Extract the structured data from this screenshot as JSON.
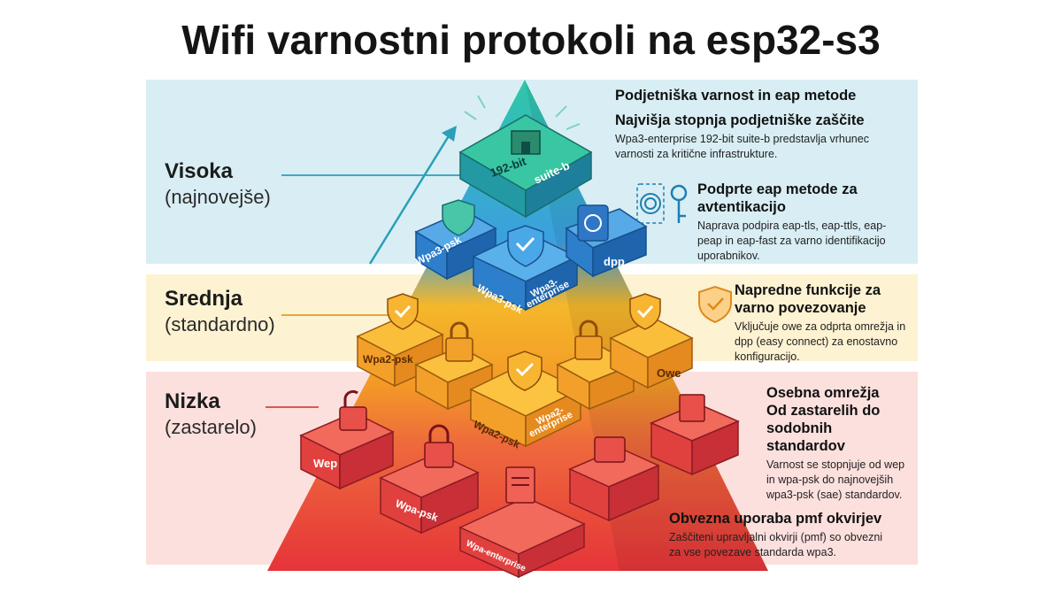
{
  "title": "Wifi varnostni protokoli na esp32-s3",
  "levels": [
    {
      "name": "Visoka",
      "sub": "(najnovejše)"
    },
    {
      "name": "Srednja",
      "sub": "(standardno)"
    },
    {
      "name": "Nizka",
      "sub": "(zastarelo)"
    }
  ],
  "colors": {
    "high": "#d8eef4",
    "mid": "#fdf2d2",
    "low": "#fbe0de"
  },
  "blocks": {
    "suite_192": "192-bit",
    "suite_b": "suite-b",
    "wpa3_psk": "Wpa3-psk",
    "wpa3_psk_2": "Wpa3-psk",
    "wpa3_ent_1": "Wpa3-",
    "wpa3_ent_2": "enterprise",
    "dpp": "dpp",
    "wpa2_psk": "Wpa2-psk",
    "wpa2_psk_2": "Wpa2-psk",
    "wpa2_ent_1": "Wpa2-",
    "wpa2_ent_2": "enterprise",
    "owe": "Owe",
    "wep": "Wep",
    "wpa_psk": "Wpa-psk",
    "wpa_ent": "Wpa-enterprise"
  },
  "right": {
    "ent_heading": "Podjetniška varnost in eap metode",
    "top_h": "Najvišja stopnja podjetniške zaščite",
    "top_b": [
      "Wpa3-enterprise 192-bit suite-b predstavlja vrhunec",
      "varnosti za kritične infrastrukture."
    ],
    "eap_h": [
      "Podprte eap metode za",
      "avtentikacijo"
    ],
    "eap_b": [
      "Naprava podpira eap-tls, eap-ttls, eap-",
      "peap in eap-fast za varno identifikacijo",
      "uporabnikov."
    ],
    "adv_h": [
      "Napredne funkcije za",
      "varno povezovanje"
    ],
    "adv_b": [
      "Vključuje owe za odprta omrežja in",
      "dpp (easy connect) za enostavno",
      "konfiguracijo."
    ],
    "pers_h": [
      "Osebna omrežja",
      "Od zastarelih do",
      "sodobnih",
      "standardov"
    ],
    "pers_b": [
      "Varnost se stopnjuje od wep",
      "in wpa-psk do najnovejših",
      "wpa3-psk (sae) standardov."
    ],
    "pmf_h": "Obvezna uporaba pmf okvirjev",
    "pmf_b": [
      "Zaščiteni upravljalni okvirji (pmf) so obvezni",
      "za vse povezave standarda wpa3."
    ]
  }
}
